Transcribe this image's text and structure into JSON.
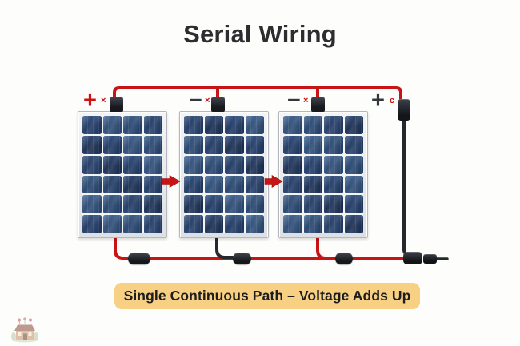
{
  "title": "Serial Wiring",
  "caption": {
    "text": "Single Continuous Path – Voltage Adds Up"
  },
  "colors": {
    "background": "#fdfdfb",
    "wire_red": "#c81414",
    "wire_black": "#25282d",
    "label_red": "#cc1111",
    "label_dark": "#33373d",
    "caption_bg": "#f8d084",
    "caption_text": "#1d1d1d",
    "cell_navy": "#203a63",
    "panel_frame": "#e9ebee"
  },
  "terminals": [
    {
      "sign": "+",
      "tone": "red",
      "mark": "×"
    },
    {
      "sign": "−",
      "tone": "dark",
      "mark": "×"
    },
    {
      "sign": "−",
      "tone": "dark",
      "mark": "×"
    },
    {
      "sign": "+",
      "tone": "dark",
      "mark": "c"
    }
  ],
  "panels": [
    {
      "name": "solar-panel-1",
      "cols": 4,
      "rows": 6,
      "bottom_wire": "red"
    },
    {
      "name": "solar-panel-2",
      "cols": 4,
      "rows": 6,
      "bottom_wire": "black"
    },
    {
      "name": "solar-panel-3",
      "cols": 4,
      "rows": 6,
      "bottom_wire": "red"
    }
  ],
  "icons": {
    "arrows": [
      "flow-arrow-right",
      "flow-arrow-right"
    ],
    "watermark": "cottage-logo"
  }
}
